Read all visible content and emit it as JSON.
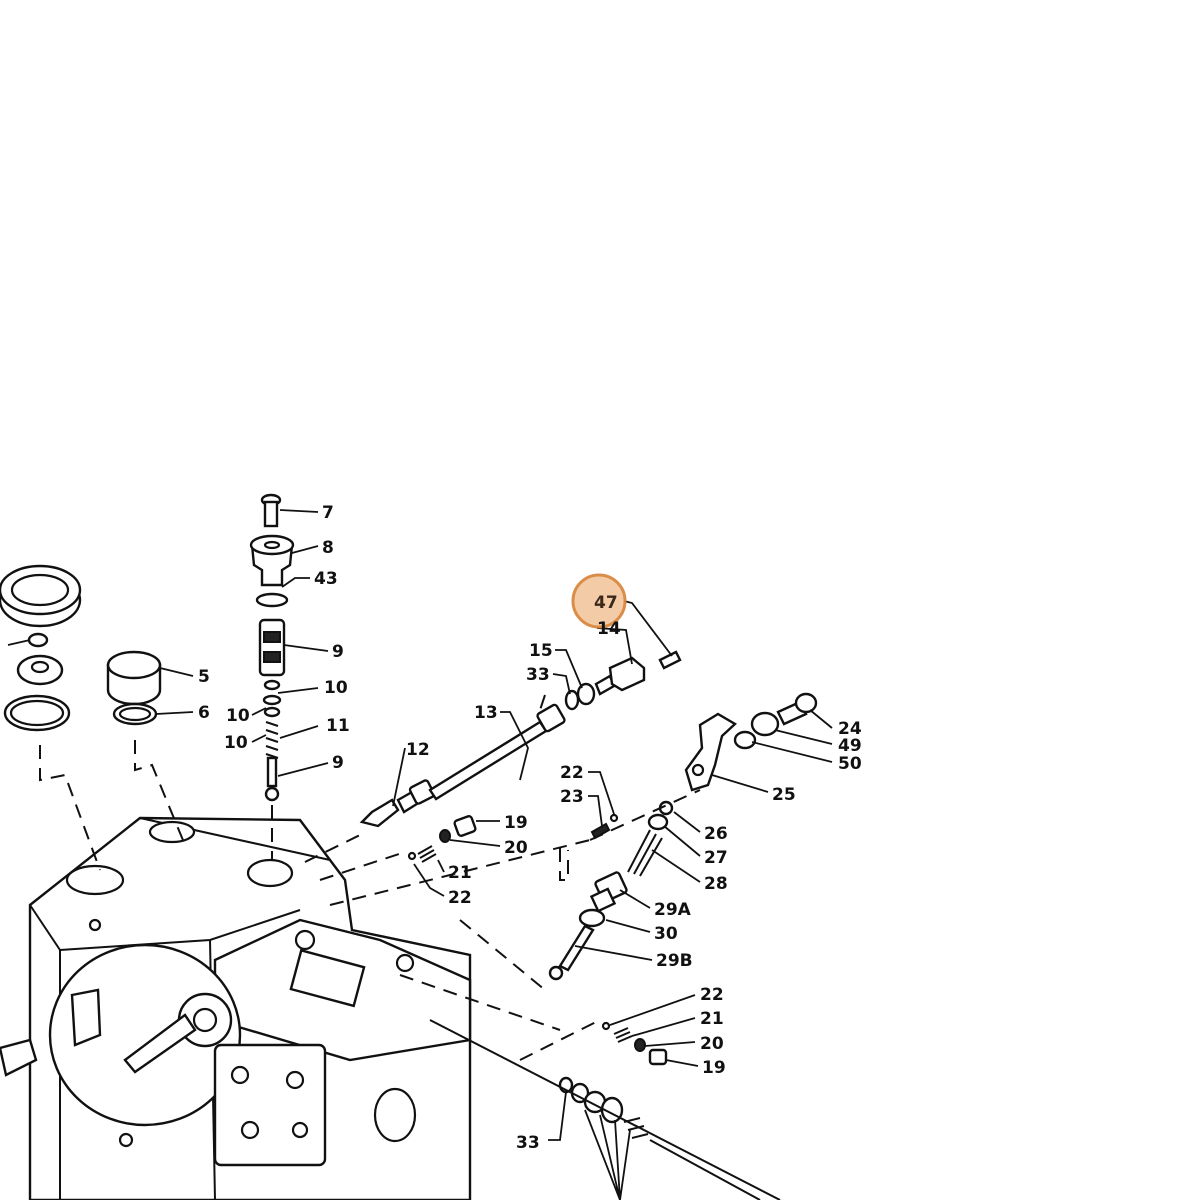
{
  "callouts": {
    "c7": "7",
    "c8": "8",
    "c43": "43",
    "c9a": "9",
    "c10a": "10",
    "c10b": "10",
    "c10c": "10",
    "c11": "11",
    "c9b": "9",
    "c5": "5",
    "c6": "6",
    "c12": "12",
    "c13": "13",
    "c15": "15",
    "c33a": "33",
    "c14": "14",
    "c47": "47",
    "c24": "24",
    "c49": "49",
    "c50": "50",
    "c25": "25",
    "c22a": "22",
    "c23": "23",
    "c19a": "19",
    "c20a": "20",
    "c21a": "21",
    "c22b": "22",
    "c26": "26",
    "c27": "27",
    "c28": "28",
    "c29a": "29A",
    "c30": "30",
    "c29b": "29B",
    "c22c": "22",
    "c21b": "21",
    "c20b": "20",
    "c19b": "19",
    "c33b": "33"
  },
  "highlight": {
    "label": "47",
    "fill": "#f3c9a2",
    "stroke": "#d9873f"
  }
}
